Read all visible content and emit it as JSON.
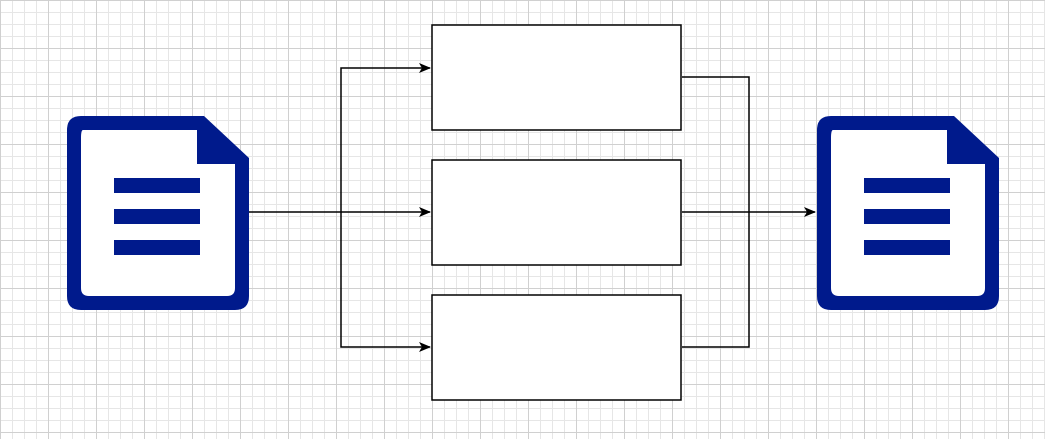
{
  "diagram": {
    "colors": {
      "document_icon": "#001a8c",
      "stroke": "#000000",
      "box_fill": "#ffffff",
      "grid_minor": "#e6e6e6",
      "grid_major": "#d0d0d0"
    },
    "nodes": [
      {
        "id": "input-document",
        "icon": "document-icon"
      },
      {
        "id": "process-box-1",
        "label": ""
      },
      {
        "id": "process-box-2",
        "label": ""
      },
      {
        "id": "process-box-3",
        "label": ""
      },
      {
        "id": "output-document",
        "icon": "document-icon"
      }
    ],
    "edges": [
      {
        "from": "input-document",
        "to": "process-box-1"
      },
      {
        "from": "input-document",
        "to": "process-box-2"
      },
      {
        "from": "input-document",
        "to": "process-box-3"
      },
      {
        "from": "process-box-1",
        "to": "output-document"
      },
      {
        "from": "process-box-2",
        "to": "output-document"
      },
      {
        "from": "process-box-3",
        "to": "output-document"
      }
    ]
  }
}
